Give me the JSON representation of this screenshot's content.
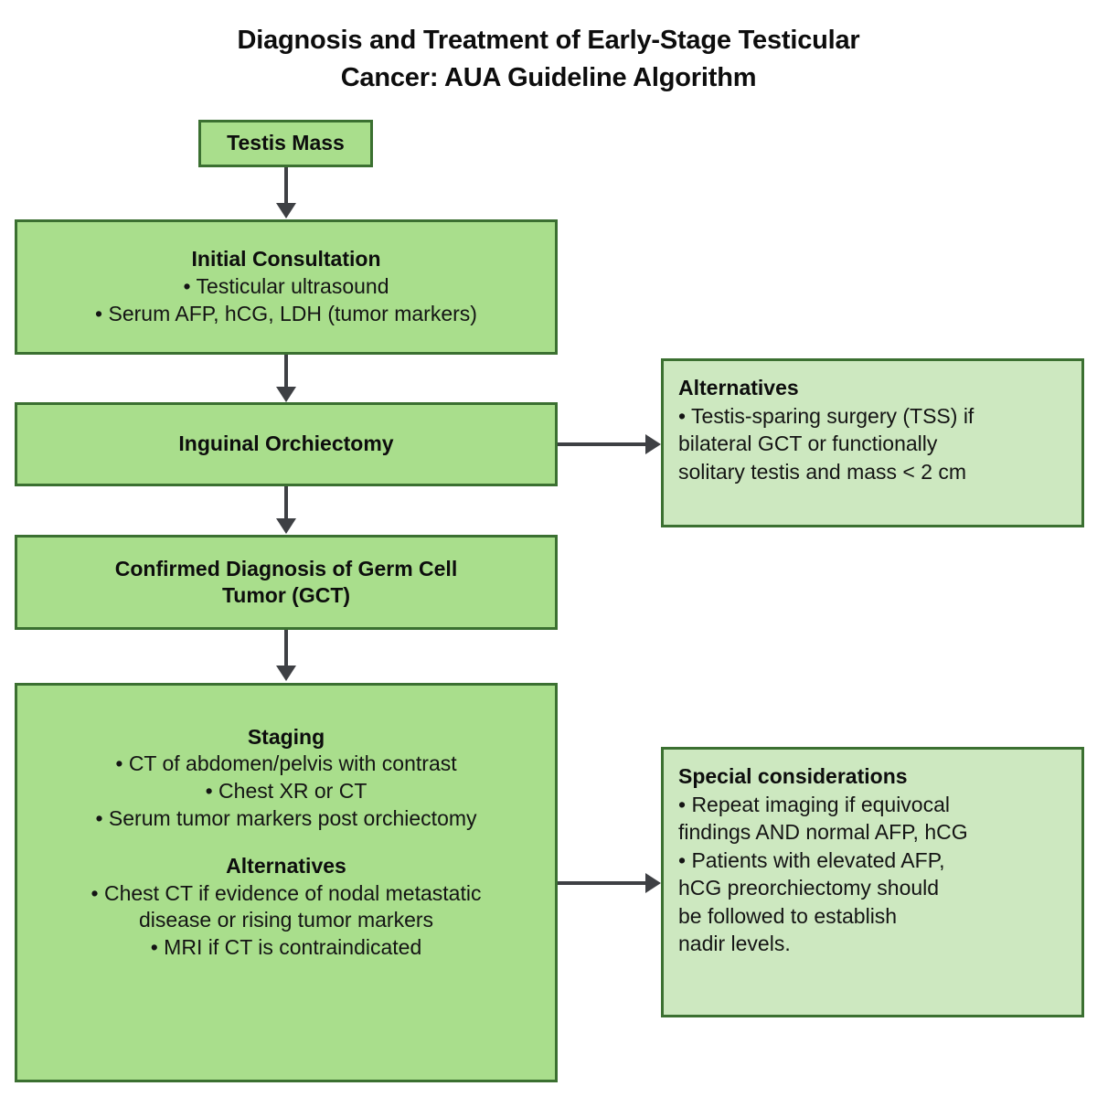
{
  "title": "Diagnosis and Treatment of Early-Stage Testicular\nCancer: AUA Guideline Algorithm",
  "colors": {
    "node_fill": "#a9de8c",
    "side_node_fill": "#cde8c0",
    "node_border": "#3b7031",
    "connector": "#3e4044",
    "text": "#111111",
    "background": "#ffffff"
  },
  "nodes": {
    "testis_mass": {
      "heading": "Testis Mass"
    },
    "initial_consultation": {
      "heading": "Initial Consultation",
      "bullets": [
        "• Testicular ultrasound",
        "• Serum AFP, hCG, LDH (tumor markers)"
      ]
    },
    "inguinal_orchiectomy": {
      "heading": "Inguinal Orchiectomy"
    },
    "alternatives_tss": {
      "heading": "Alternatives",
      "bullets": [
        "• Testis-sparing surgery (TSS) if",
        "bilateral GCT or functionally",
        "solitary testis and mass < 2 cm"
      ]
    },
    "confirmed_diagnosis": {
      "heading_line1": "Confirmed Diagnosis of Germ Cell",
      "heading_line2": "Tumor (GCT)"
    },
    "staging": {
      "heading": "Staging",
      "bullets": [
        "• CT of abdomen/pelvis with contrast",
        "• Chest XR or CT",
        "• Serum tumor markers post orchiectomy"
      ],
      "alt_heading": "Alternatives",
      "alt_bullets": [
        "• Chest CT if evidence of nodal metastatic",
        "disease or rising tumor markers",
        "• MRI if CT is contraindicated"
      ]
    },
    "special_considerations": {
      "heading": "Special considerations",
      "bullets": [
        "• Repeat imaging if equivocal",
        "findings AND normal AFP, hCG",
        "• Patients with elevated AFP,",
        "hCG preorchiectomy should",
        "be followed to establish",
        "nadir levels."
      ]
    }
  }
}
